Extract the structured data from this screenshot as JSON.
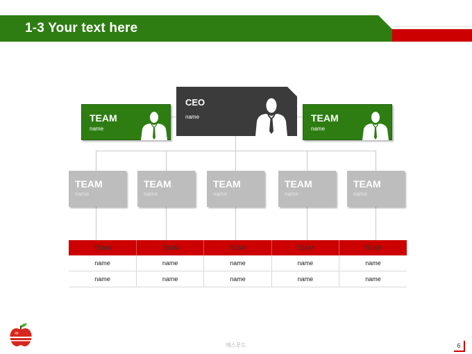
{
  "slide": {
    "title": "1-3 Your text here",
    "footer_text": "에스푸드",
    "page_number": "6"
  },
  "org": {
    "ceo": {
      "title": "CEO",
      "subtitle": "name"
    },
    "top_teams": [
      {
        "title": "TEAM",
        "subtitle": "name"
      },
      {
        "title": "TEAM",
        "subtitle": "name"
      }
    ],
    "teams": [
      {
        "title": "TEAM",
        "subtitle": "name"
      },
      {
        "title": "TEAM",
        "subtitle": "name"
      },
      {
        "title": "TEAM",
        "subtitle": "name"
      },
      {
        "title": "TEAM",
        "subtitle": "name"
      },
      {
        "title": "TEAM",
        "subtitle": "name"
      }
    ]
  },
  "table": {
    "headers": [
      "TEAM",
      "TEAM",
      "TEAM",
      "TEAM",
      "TEAM"
    ],
    "rows": [
      [
        "name",
        "name",
        "name",
        "name",
        "name"
      ],
      [
        "name",
        "name",
        "name",
        "name",
        "name"
      ]
    ]
  },
  "colors": {
    "green": "#2e7d12",
    "red": "#cc0000",
    "dark": "#3b3b3b",
    "gray": "#bdbdbd"
  },
  "icons": [
    "person-silhouette-icon",
    "apple-logo-icon"
  ]
}
